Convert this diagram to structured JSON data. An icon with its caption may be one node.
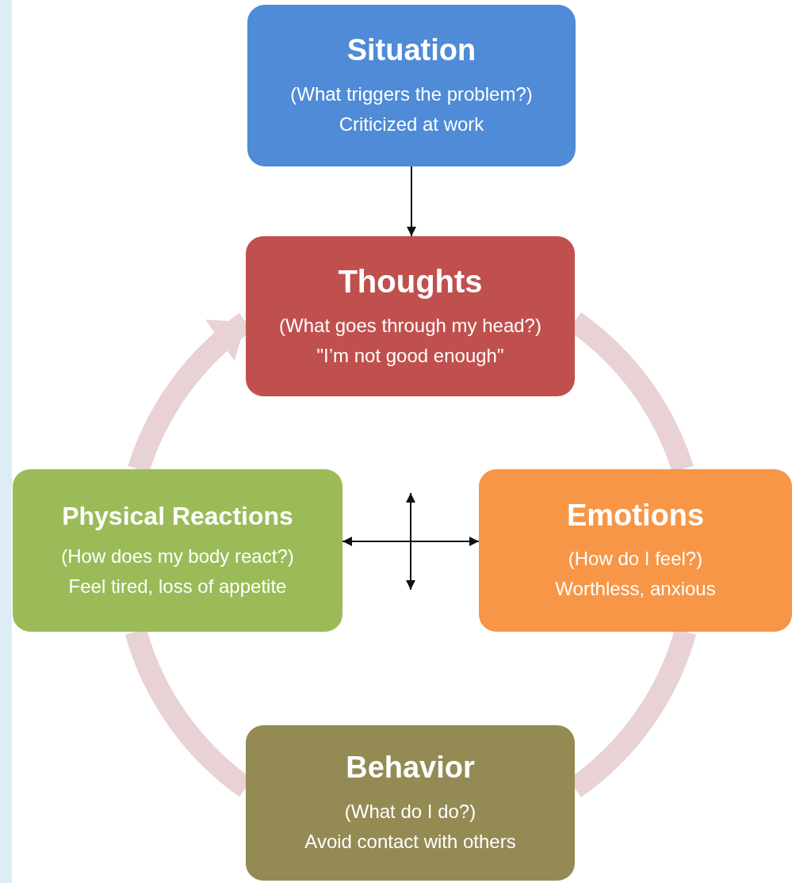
{
  "diagram": {
    "nodes": [
      {
        "text": [
          "Situation",
          "(What triggers the problem?)",
          "Criticized at work"
        ]
      },
      {
        "text": [
          "Thoughts",
          "(What goes through my head?)",
          "\"I’m not good enough\""
        ]
      },
      {
        "text": [
          "Physical Reactions",
          "(How does my body react?)",
          "Feel tired, loss of appetite"
        ]
      },
      {
        "text": [
          "Emotions",
          "(How do I feel?)",
          "Worthless, anxious"
        ]
      },
      {
        "text": [
          "Behavior",
          "(What do I do?)",
          "Avoid contact with others"
        ]
      }
    ],
    "edges": [
      {
        "from": 0,
        "to": 1,
        "arrow": "to",
        "color": "#111111"
      },
      {
        "from": 1,
        "to": 3,
        "arrow": "none"
      },
      {
        "from": 3,
        "to": 4,
        "arrow": "none"
      },
      {
        "from": 4,
        "to": 2,
        "arrow": "none"
      },
      {
        "from": 2,
        "to": 1,
        "arrow": "to"
      },
      {
        "from": 2,
        "to": 3,
        "arrow": "both",
        "color": "#111111"
      }
    ]
  }
}
